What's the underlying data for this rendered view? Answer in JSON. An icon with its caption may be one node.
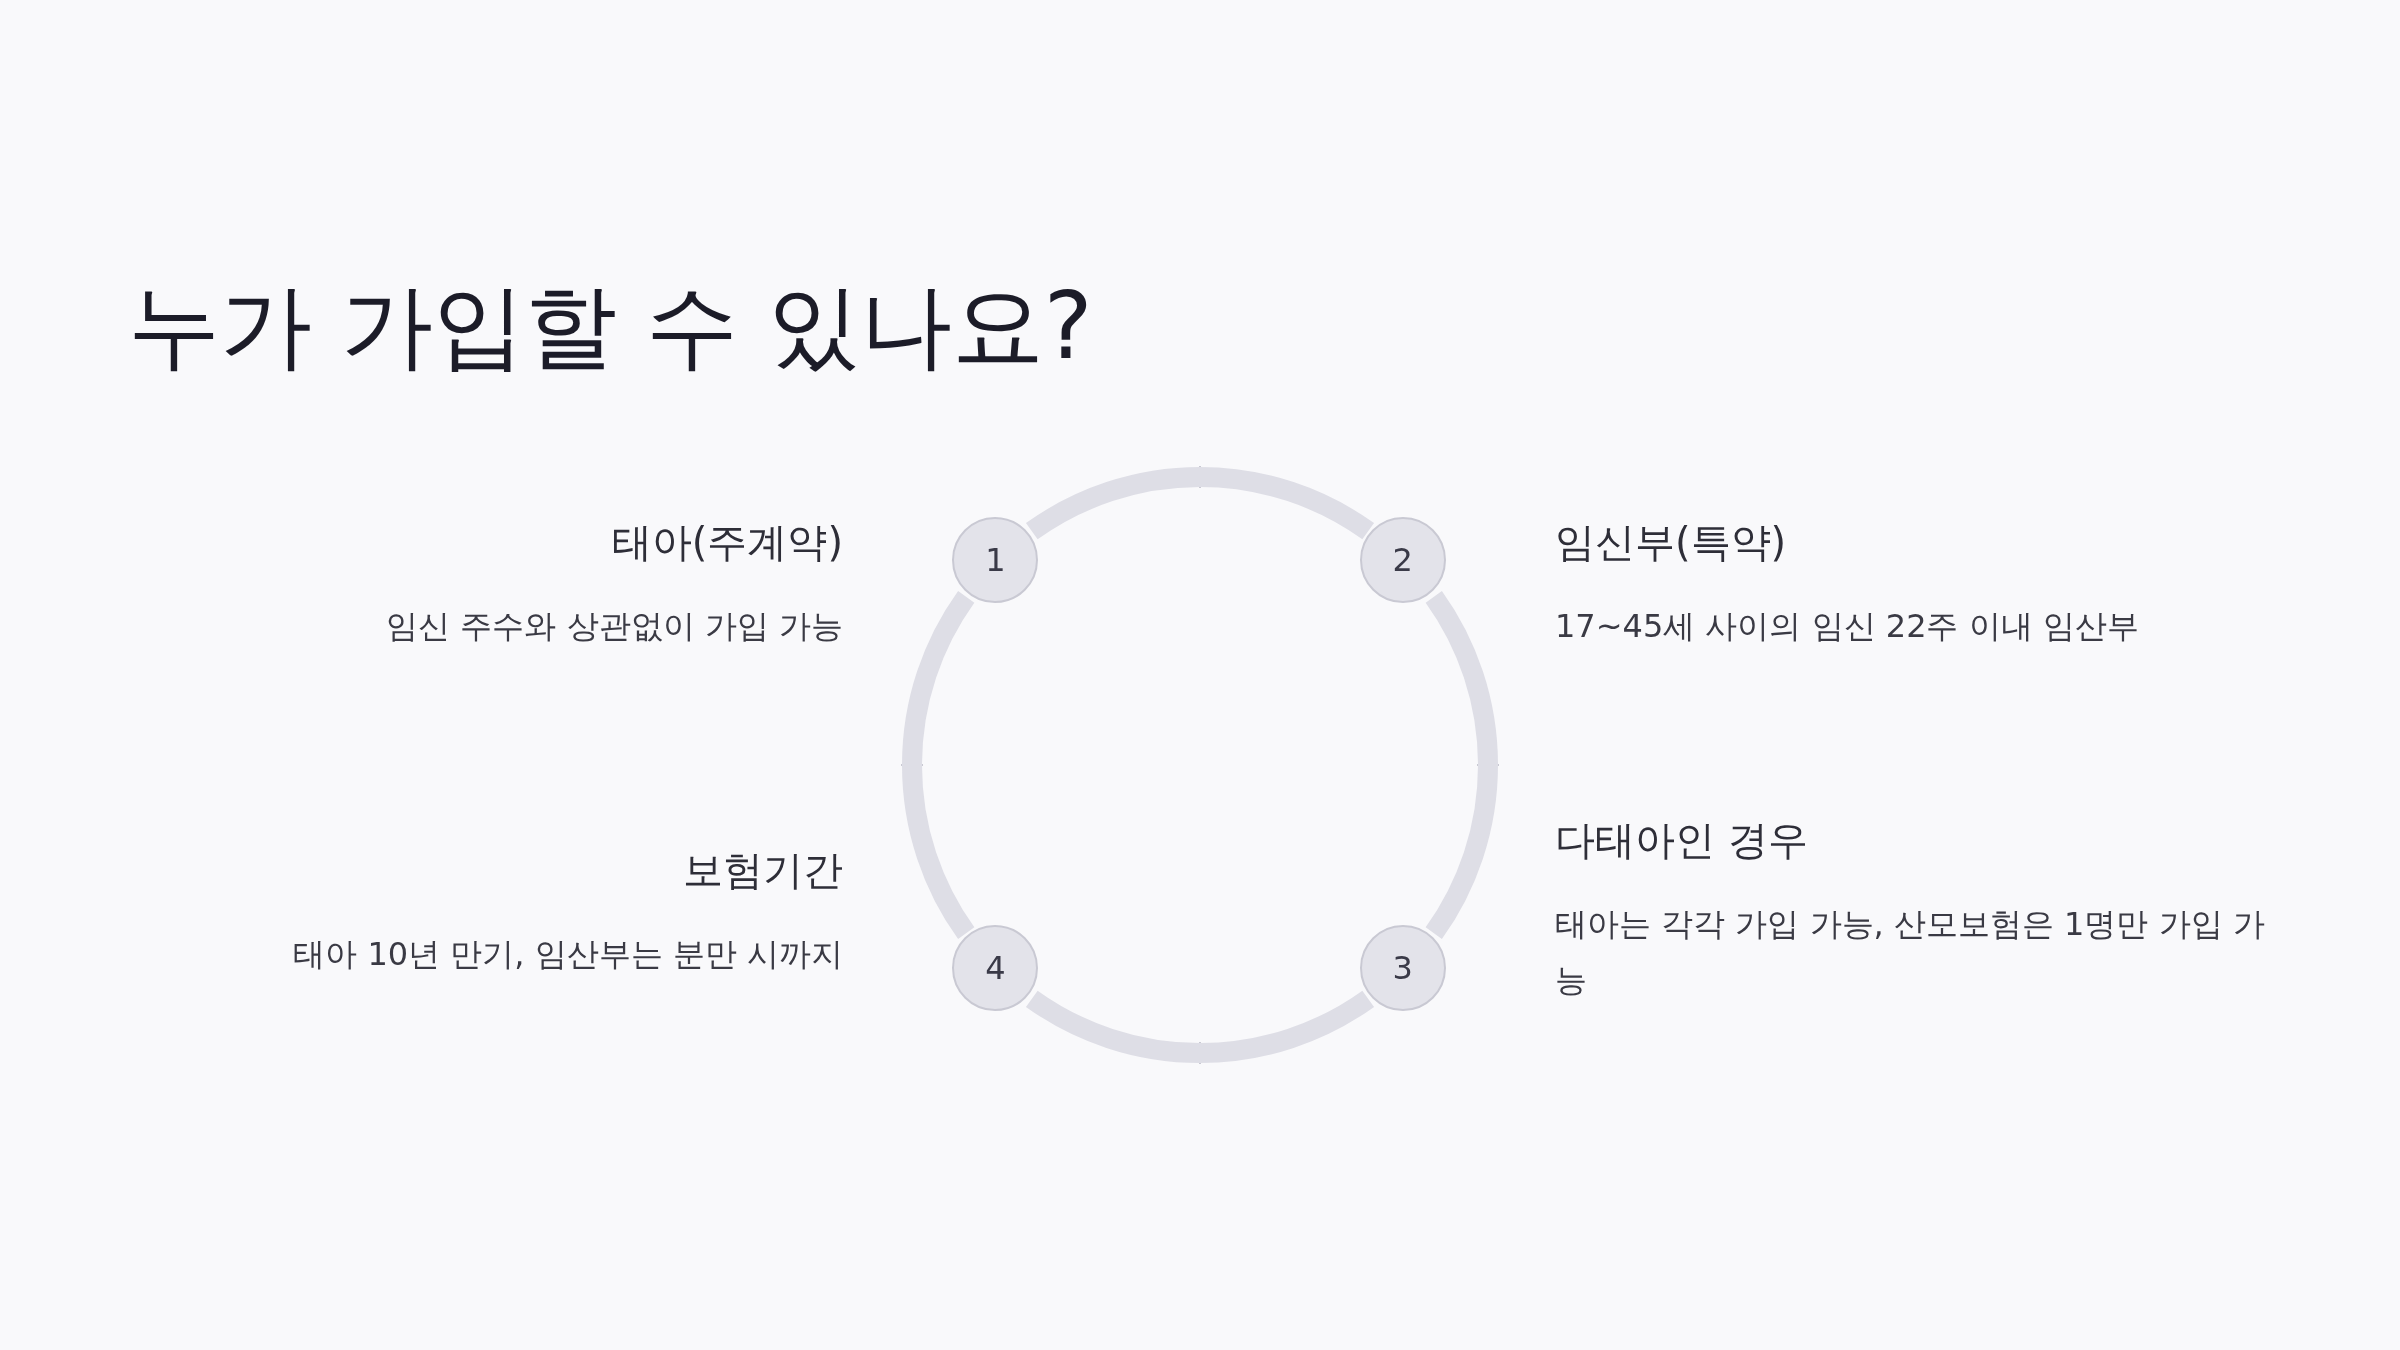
{
  "diagram": {
    "title": "누가 가입할 수 있나요?",
    "nodes": [
      {
        "text": [
          "1"
        ],
        "beside": [
          "태아(주계약)",
          "임신 주수와 상관없이 가입 가능"
        ]
      },
      {
        "text": [
          "2"
        ],
        "beside": [
          "임신부(특약)",
          "17~45세 사이의 임신 22주 이내 임산부"
        ]
      },
      {
        "text": [
          "3"
        ],
        "beside": [
          "다태아인 경우",
          "태아는 각각 가입 가능, 산모보험은 1명만 가입 가능"
        ]
      },
      {
        "text": [
          "4"
        ],
        "beside": [
          "보험기간",
          "태아 10년 만기, 임산부는 분만 시까지"
        ]
      }
    ],
    "edges": [
      {
        "from": 0,
        "to": 1,
        "arrow": "none"
      },
      {
        "from": 1,
        "to": 2,
        "arrow": "none"
      },
      {
        "from": 2,
        "to": 3,
        "arrow": "none"
      },
      {
        "from": 3,
        "to": 0,
        "arrow": "none"
      }
    ]
  }
}
